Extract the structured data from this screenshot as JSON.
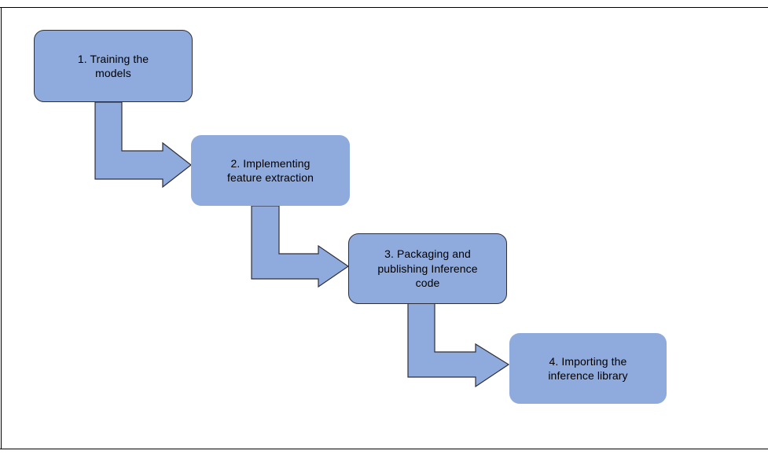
{
  "diagram": {
    "type": "flowchart",
    "steps": [
      {
        "order": "1",
        "label": "1. Training the\nmodels",
        "shape": "rounded-rectangle",
        "outlined": true
      },
      {
        "order": "2",
        "label": "2. Implementing\nfeature extraction",
        "shape": "rounded-rectangle",
        "outlined": false
      },
      {
        "order": "3",
        "label": "3. Packaging and\npublishing Inference\ncode",
        "shape": "rounded-rectangle",
        "outlined": true
      },
      {
        "order": "4",
        "label": "4. Importing the\ninference library",
        "shape": "rounded-rectangle",
        "outlined": false
      }
    ],
    "connectors": [
      {
        "from": "1",
        "to": "2",
        "style": "elbow-block-arrow",
        "direction": "down-right"
      },
      {
        "from": "2",
        "to": "3",
        "style": "elbow-block-arrow",
        "direction": "down-right"
      },
      {
        "from": "3",
        "to": "4",
        "style": "elbow-block-arrow",
        "direction": "down-right"
      }
    ],
    "colors": {
      "shape_fill": "#8FAADC",
      "shape_outline": "#2E2E38",
      "text": "#000000",
      "background": "#FFFFFF",
      "frame_line": "#000000"
    }
  }
}
